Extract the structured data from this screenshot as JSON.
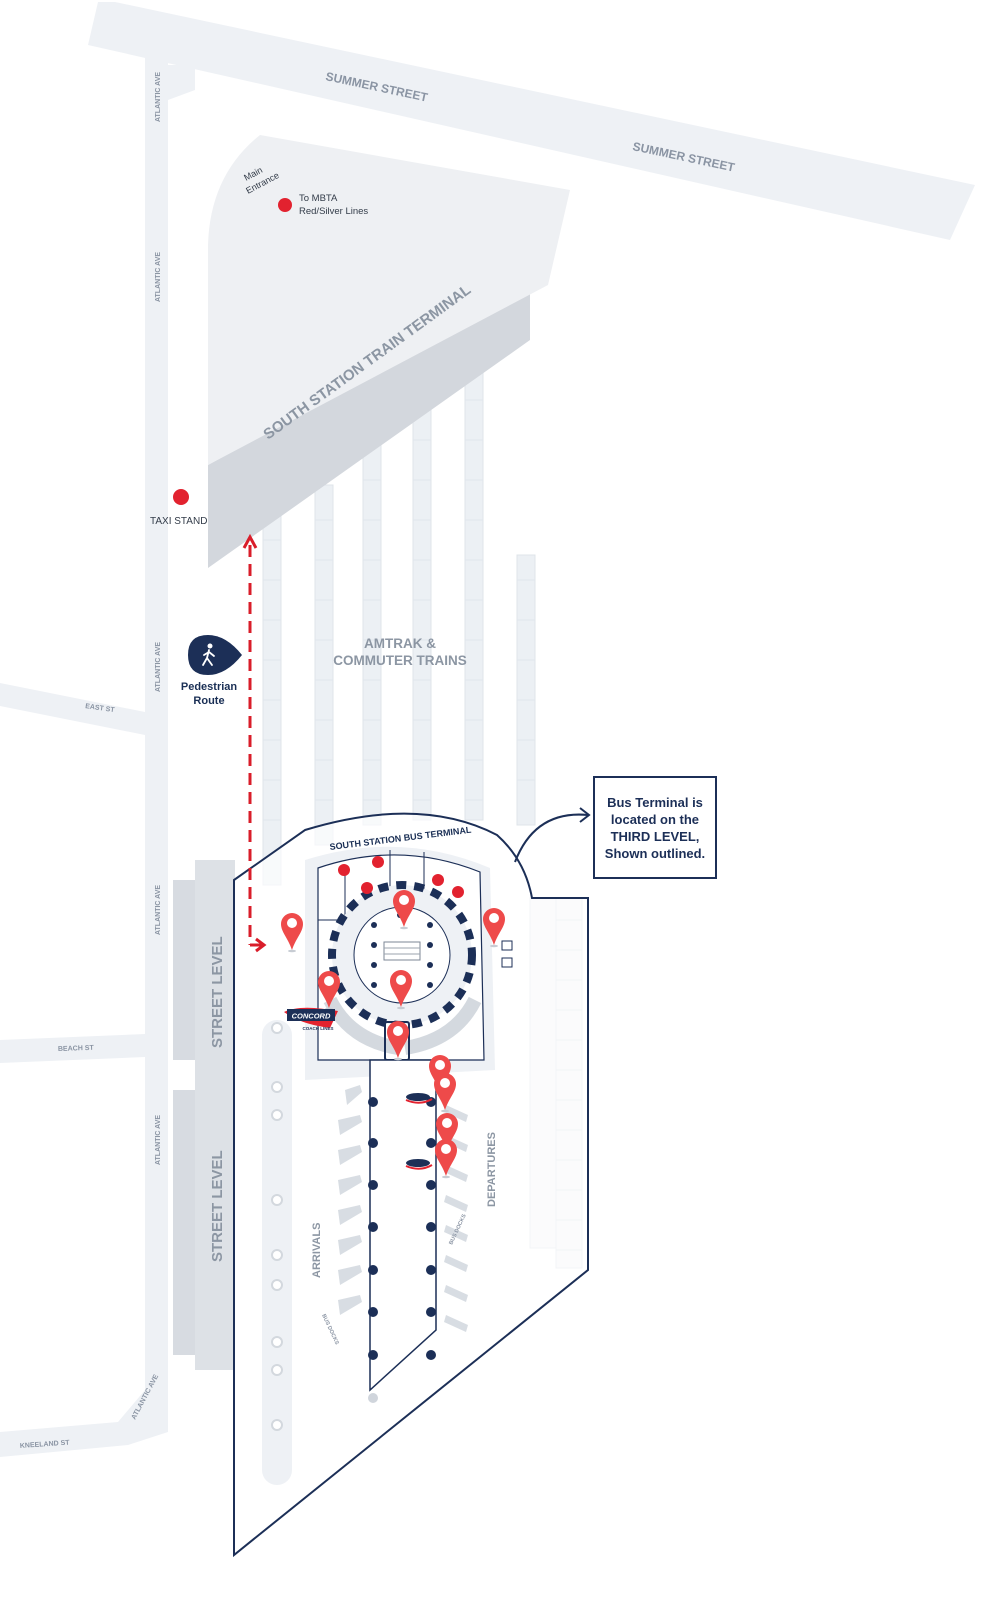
{
  "streets": {
    "summer_street_1": "SUMMER STREET",
    "summer_street_2": "SUMMER STREET",
    "atlantic_ave_1": "ATLANTIC AVE",
    "atlantic_ave_2": "ATLANTIC AVE",
    "atlantic_ave_3": "ATLANTIC AVE",
    "atlantic_ave_4": "ATLANTIC AVE",
    "atlantic_ave_5": "ATLANTIC AVE",
    "atlantic_ave_6": "ATLANTIC AVE",
    "east_st": "EAST ST",
    "beach_st": "BEACH ST",
    "kneeland_st": "KNEELAND ST"
  },
  "places": {
    "main_entrance_line1": "Main",
    "main_entrance_line2": "Entrance",
    "mbta_line1": "To MBTA",
    "mbta_line2": "Red/Silver Lines",
    "train_terminal": "SOUTH STATION TRAIN TERMINAL",
    "taxi_stand": "TAXI STAND",
    "trains_line1": "AMTRAK &",
    "trains_line2": "COMMUTER TRAINS",
    "pedestrian_line1": "Pedestrian",
    "pedestrian_line2": "Route",
    "bus_terminal": "SOUTH STATION BUS TERMINAL",
    "street_level_1": "STREET LEVEL",
    "street_level_2": "STREET LEVEL",
    "arrivals": "ARRIVALS",
    "departures": "DEPARTURES",
    "bus_docks_1": "BUS DOCKS",
    "bus_docks_2": "BUS DOCKS",
    "concord_logo": "CONCORD",
    "concord_sub": "COACH LINES"
  },
  "callout": {
    "text": "Bus Terminal is\nlocated on the\nTHIRD LEVEL,\nShown outlined."
  },
  "colors": {
    "road": "#eef1f5",
    "building": "#eef0f3",
    "building_shadow": "#d2d6dc",
    "navy": "#1c2f57",
    "marker_red": "#ee4a4a",
    "dot_red": "#e2222f",
    "route_red": "#d91d2a"
  },
  "icons": {
    "pin": "map-pin-icon",
    "walker": "pedestrian-icon"
  }
}
